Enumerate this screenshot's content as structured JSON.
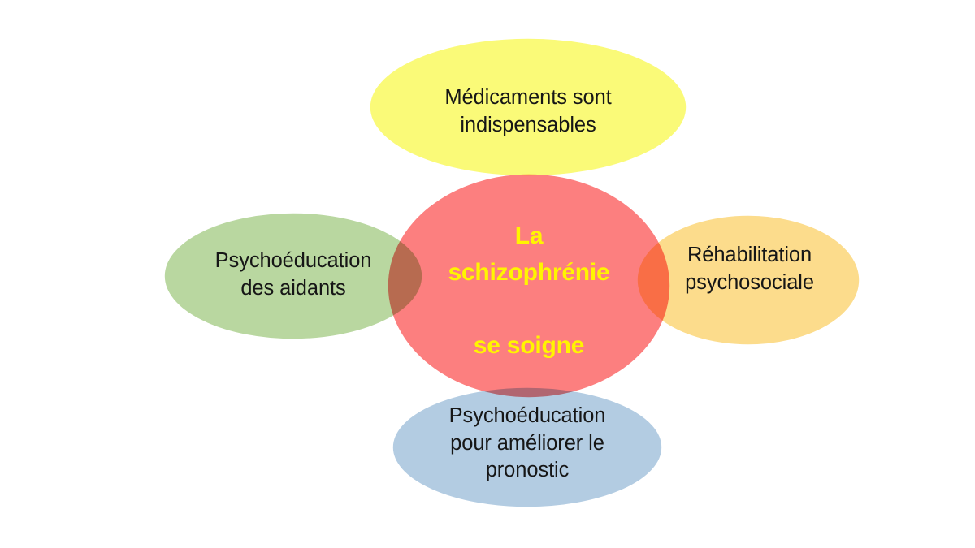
{
  "diagram": {
    "type": "venn",
    "title": "La schizophrénie se soigne",
    "background_color": "#FFFFFF",
    "center": {
      "id": "center-core",
      "label": "La\nschizophrénie\n\nse soigne",
      "text_color": "#FFF500",
      "fill_color": "#FC7F7F",
      "shape": "circle"
    },
    "petals": [
      {
        "id": "top",
        "position": "top",
        "label": "Médicaments sont\nindispensables",
        "text_color": "#161616",
        "fill_color": "#FAFA78",
        "shape": "ellipse"
      },
      {
        "id": "left",
        "position": "left",
        "label": "Psychoéducation\ndes aidants",
        "text_color": "#161616",
        "fill_color": "#B9D7A0",
        "shape": "ellipse"
      },
      {
        "id": "right",
        "position": "right",
        "label": "Réhabilitation\npsychosociale",
        "text_color": "#161616",
        "fill_color": "#FCDC8C",
        "shape": "ellipse"
      },
      {
        "id": "bottom",
        "position": "bottom",
        "label": "Psychoéducation\npour améliorer le\npronostic",
        "text_color": "#161616",
        "fill_color": "#B3CCE2",
        "shape": "ellipse"
      }
    ],
    "overlap_colors": {
      "top_center": "#F5AE4B",
      "left_center": "#A8955F",
      "right_center": "#F79B4D",
      "bottom_center": "#B08296"
    }
  }
}
